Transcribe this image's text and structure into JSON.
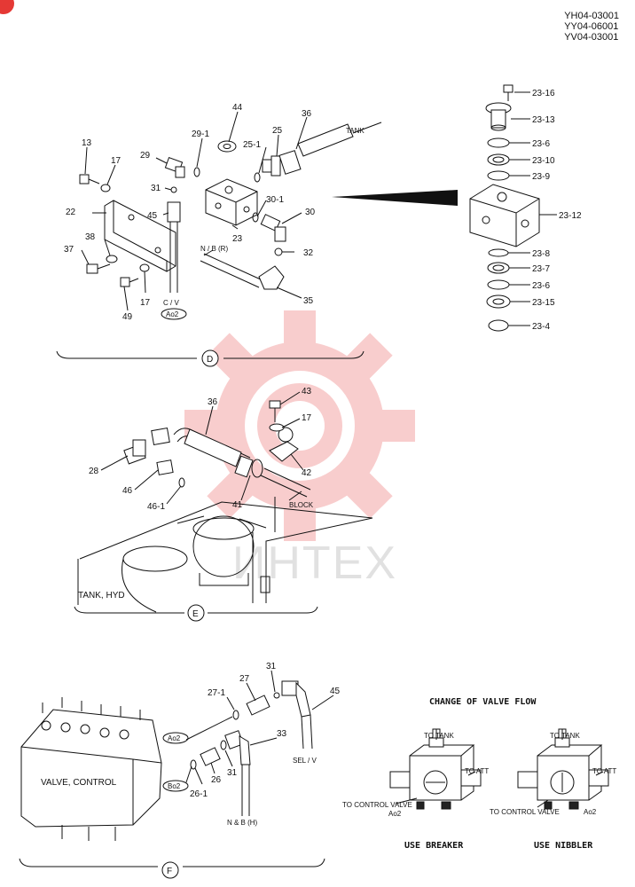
{
  "document_codes": [
    "YH04-03001",
    "YY04-06001",
    "YV04-03001"
  ],
  "watermark": {
    "text": "ИНТЕХ",
    "gear_color": "#f4a5a5"
  },
  "section_d": {
    "marker": "D",
    "labels": {
      "p13": "13",
      "p17a": "17",
      "p29": "29",
      "p29_1": "29-1",
      "p44": "44",
      "p25_1": "25-1",
      "p25": "25",
      "p36": "36",
      "tank": "TANK",
      "p31": "31",
      "p22": "22",
      "p45": "45",
      "p30_1": "30-1",
      "p30": "30",
      "p23": "23",
      "p38": "38",
      "p37": "37",
      "nb_r": "N / B (R)",
      "p32": "32",
      "p17b": "17",
      "p49": "49",
      "cv": "C / V",
      "ao2": "Ao2",
      "p35": "35"
    },
    "exploded": [
      "23-16",
      "23-13",
      "23-6",
      "23-10",
      "23-9",
      "23-12",
      "23-8",
      "23-7",
      "23-6",
      "23-15",
      "23-4"
    ]
  },
  "section_e": {
    "marker": "E",
    "labels": {
      "p43": "43",
      "p36": "36",
      "p17": "17",
      "p28": "28",
      "p42": "42",
      "p46": "46",
      "p46_1": "46-1",
      "p41": "41",
      "block": "BLOCK",
      "tank_hyd": "TANK, HYD"
    }
  },
  "section_f": {
    "marker": "F",
    "labels": {
      "p31a": "31",
      "p27": "27",
      "p27_1": "27-1",
      "p45": "45",
      "p33": "33",
      "ao2": "Ao2",
      "valve_control": "VALVE, CONTROL",
      "p26": "26",
      "p31b": "31",
      "sel_v": "SEL / V",
      "bo2": "Bo2",
      "p26_1": "26-1",
      "nb_h": "N & B (H)"
    }
  },
  "valve_flow": {
    "title": "CHANGE OF VALVE FLOW",
    "breaker": {
      "to_tank": "TO TANK",
      "to_att": "TO ATT",
      "to_control_valve": "TO CONTROL VALVE",
      "port": "Ao2",
      "caption": "USE BREAKER"
    },
    "nibbler": {
      "to_tank": "TO TANK",
      "to_att": "TO ATT",
      "to_control_valve": "TO CONTROL VALVE",
      "port": "Ao2",
      "caption": "USE NIBBLER"
    }
  }
}
